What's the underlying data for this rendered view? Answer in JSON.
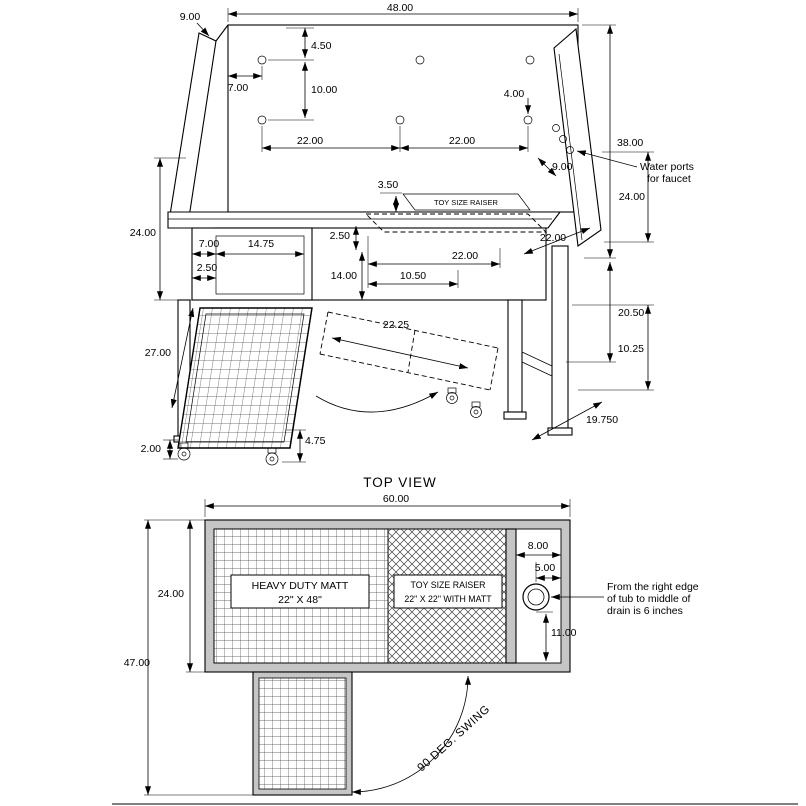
{
  "side_view": {
    "dim_top_width": "48.00",
    "dim_top_left_panel": "9.00",
    "dim_hole_top_offset": "4.50",
    "dim_hole_left_offset": "7.00",
    "dim_hole_row_gap": "10.00",
    "dim_hole_span_left": "22.00",
    "dim_hole_span_right": "22.00",
    "dim_port_offset": "4.00",
    "note_water_ports_line1": "Water ports",
    "note_water_ports_line2": "for faucet",
    "dim_back_height": "38.00",
    "dim_right_upper": "24.00",
    "dim_right_panel_width": "9.00",
    "dim_raiser_thickness": "3.50",
    "label_toy_raiser": "TOY SIZE RAISER",
    "dim_right_panel_edge": "22.00",
    "dim_left_height": "24.00",
    "dim_cabinet_offset": "7.00",
    "dim_cabinet_width": "14.75",
    "dim_rim_thickness": "2.50",
    "dim_cabinet_inset": "2.50",
    "dim_tub_inner_depth": "14.00",
    "dim_step_inset": "10.50",
    "dim_tub_inner_span": "22.00",
    "dim_step_travel": "22.25",
    "dim_ramp_length": "27.00",
    "dim_leg_height": "20.50",
    "dim_brace_offset": "10.25",
    "dim_leg_depth": "19.750",
    "dim_caster_assembly": "4.75",
    "dim_caster_height": "2.00"
  },
  "top_view": {
    "title": "TOP VIEW",
    "dim_width": "60.00",
    "matt_line1": "HEAVY DUTY MATT",
    "matt_line2": "22\" X 48\"",
    "raiser_line1": "TOY SIZE RAISER",
    "raiser_line2": "22\" X 22\" WITH MATT",
    "dim_right_section": "8.00",
    "dim_drain_side": "5.00",
    "dim_drain_front": "11.00",
    "note_drain_line1": "From the right edge",
    "note_drain_line2": "of tub to middle of",
    "note_drain_line3": "drain is 6 inches",
    "dim_tub_depth": "24.00",
    "dim_total_depth": "47.00",
    "swing_label": "90 DEG. SWING"
  }
}
